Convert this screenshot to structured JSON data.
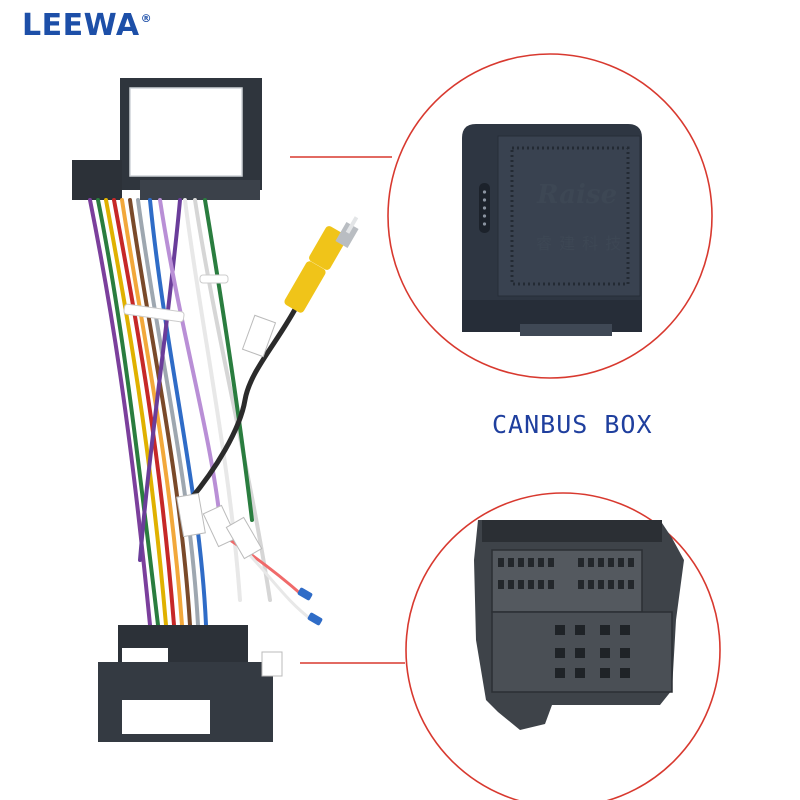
{
  "brand": {
    "name": "LEEWA",
    "mark": "®"
  },
  "caption": "CANBUS BOX",
  "box_print": {
    "logo": "Raise",
    "chinese": "睿 建 科 技"
  },
  "colors": {
    "brand": "#1d4fa8",
    "caption": "#1f3f9e",
    "circle": "#d8392f",
    "box": "#2e3642"
  },
  "icons": [
    "canbus-box-photo",
    "connector-photo",
    "wiring-harness-photo",
    "rca-plug-photo"
  ]
}
